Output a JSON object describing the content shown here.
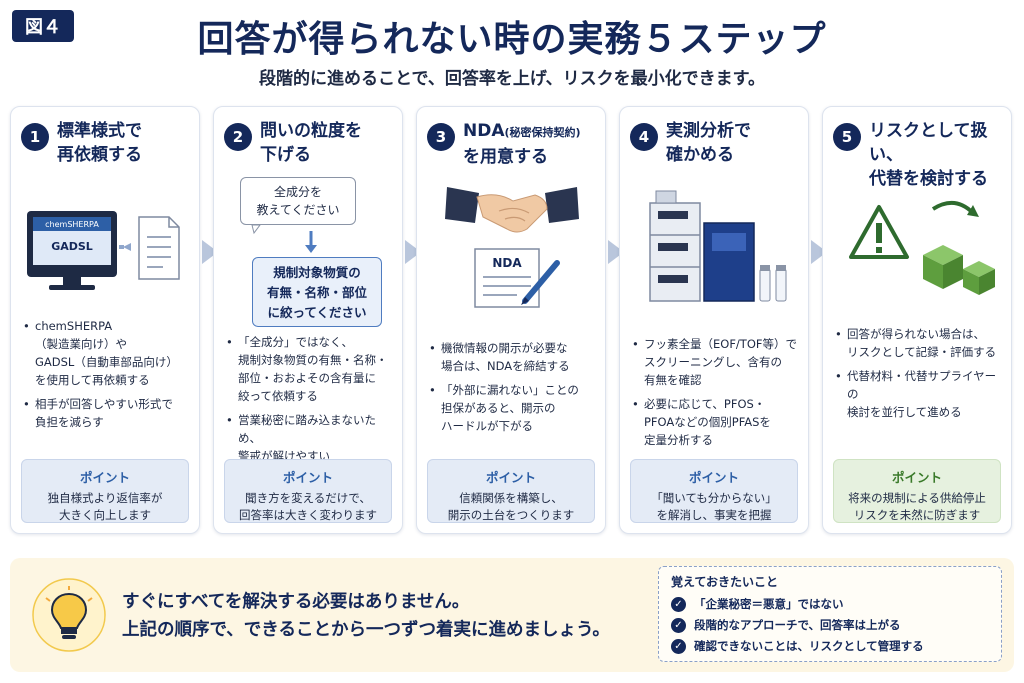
{
  "figure_label": "図４",
  "title": "回答が得られない時の実務５ステップ",
  "subtitle": "段階的に進めることで、回答率を上げ、リスクを最小化できます。",
  "point_label": "ポイント",
  "steps": [
    {
      "num": "1",
      "title_lines": [
        "標準様式で",
        "再依頼する"
      ],
      "monitor_line1": "chemSHERPA",
      "monitor_line2": "GADSL",
      "bullets": [
        [
          "chemSHERPA",
          "（製造業向け）や",
          "GADSL（自動車部品向け）",
          "を使用して再依頼する"
        ],
        [
          "相手が回答しやすい形式で",
          "負担を減らす"
        ]
      ],
      "point_lines": [
        "独自様式より返信率が",
        "大きく向上します"
      ]
    },
    {
      "num": "2",
      "title_lines": [
        "問いの粒度を",
        "下げる"
      ],
      "question_lines": [
        "全成分を",
        "教えてください"
      ],
      "answer_lines": [
        "規制対象物質の",
        "有無・名称・部位",
        "に絞ってください"
      ],
      "bullets": [
        [
          "「全成分」ではなく、",
          "規制対象物質の有無・名称・",
          "部位・おおよその含有量に",
          "絞って依頼する"
        ],
        [
          "営業秘密に踏み込まないため、",
          "警戒が解けやすい"
        ]
      ],
      "point_lines": [
        "聞き方を変えるだけで、",
        "回答率は大きく変わります"
      ]
    },
    {
      "num": "3",
      "title_line1": "NDA",
      "title_small": "(秘密保持契約)",
      "title_line2": "を用意する",
      "doc_label": "NDA",
      "bullets": [
        [
          "機微情報の開示が必要な",
          "場合は、NDAを締結する"
        ],
        [
          "「外部に漏れない」ことの",
          "担保があると、開示の",
          "ハードルが下がる"
        ]
      ],
      "point_lines": [
        "信頼関係を構築し、",
        "開示の土台をつくります"
      ]
    },
    {
      "num": "4",
      "title_lines": [
        "実測分析で",
        "確かめる"
      ],
      "bullets": [
        [
          "フッ素全量（EOF/TOF等）で",
          "スクリーニングし、含有の",
          "有無を確認"
        ],
        [
          "必要に応じて、PFOS・",
          "PFOAなどの個別PFASを",
          "定量分析する"
        ]
      ],
      "point_lines": [
        "「聞いても分からない」",
        "を解消し、事実を把握"
      ]
    },
    {
      "num": "5",
      "title_lines": [
        "リスクとして扱い、",
        "代替を検討する"
      ],
      "bullets": [
        [
          "回答が得られない場合は、",
          "リスクとして記録・評価する"
        ],
        [
          "代替材料・代替サプライヤーの",
          "検討を並行して進める"
        ]
      ],
      "point_lines": [
        "将来の規制による供給停止",
        "リスクを未然に防ぎます"
      ]
    }
  ],
  "bottom": {
    "message_lines": [
      "すぐにすべてを解決する必要はありません。",
      "上記の順序で、できることから一つずつ着実に進めましょう。"
    ],
    "remember_title": "覚えておきたいこと",
    "remember_items": [
      "「企業秘密＝悪意」ではない",
      "段階的なアプローチで、回答率は上がる",
      "確認できないことは、リスクとして管理する"
    ]
  },
  "colors": {
    "navy": "#14285a",
    "point_blue": "#e4ebf6",
    "point_green": "#e6f1df",
    "warning_green": "#2e6b2e",
    "bottom_bg": "#fdf6e3"
  }
}
